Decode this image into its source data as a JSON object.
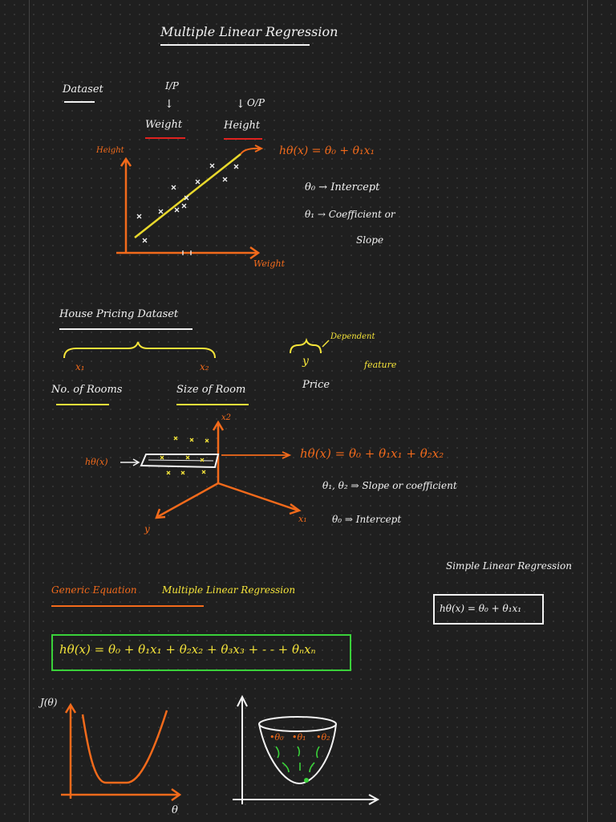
{
  "title": "Multiple Linear Regression",
  "section1": {
    "dataset_label": "Dataset",
    "input_label": "I/P",
    "output_label": "O/P",
    "input_feature": "Weight",
    "output_feature": "Height",
    "y_axis": "Height",
    "x_axis": "Weight",
    "hypothesis": "hθ(x) = θ₀ + θ₁x₁",
    "theta0_note": "θ₀ → Intercept",
    "theta1_note": "θ₁ → Coefficient or",
    "theta1_note2": "Slope"
  },
  "section2": {
    "heading": "House Pricing Dataset",
    "x1": "x₁",
    "x2": "x₂",
    "feature1": "No. of Rooms",
    "feature2": "Size of Room",
    "y_var": "y",
    "dependent_note": "Dependent",
    "feature_note": "feature",
    "target": "Price",
    "plane_label": "hθ(x)",
    "axis_x2": "x2",
    "axis_x1": "x₁",
    "axis_y": "y",
    "hypothesis": "hθ(x) = θ₀ + θ₁x₁ + θ₂x₂",
    "slope_note": "θ₁, θ₂ ⇒ Slope or coefficient",
    "intercept_note": "θ₀ ⇒ Intercept"
  },
  "simple": {
    "heading": "Simple Linear Regression",
    "equation": "hθ(x) = θ₀ + θ₁x₁"
  },
  "generic": {
    "heading_orange": "Generic Equation",
    "heading_yellow": "Multiple Linear Regression",
    "equation": "hθ(x) = θ₀ + θ₁x₁ + θ₂x₂ + θ₃x₃ + - - + θₙxₙ"
  },
  "cost": {
    "y_label": "J(θ)",
    "x_label": "θ"
  },
  "bowl": {
    "theta0": "•θ₀",
    "theta1": "•θ₁",
    "theta2": "•θ₂"
  },
  "colors": {
    "white": "#f2f2f2",
    "orange": "#f26a1b",
    "yellow": "#f5e43a",
    "red": "#e0221f",
    "green": "#3ad13a"
  }
}
